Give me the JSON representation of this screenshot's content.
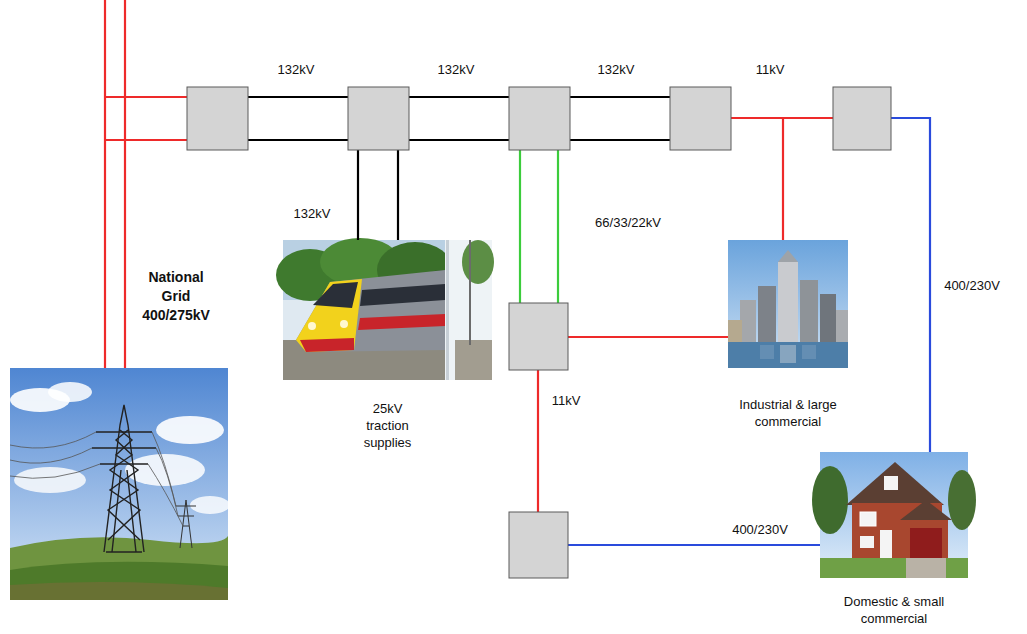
{
  "diagram": {
    "nodes": [
      {
        "text": [
          "25kV traction supplies"
        ]
      },
      {
        "text": [
          "Industrial & large commercial"
        ]
      },
      {
        "text": [
          "Domestic & small commercial"
        ]
      }
    ],
    "labels": [
      "132kV",
      "132kV",
      "132kV",
      "11kV",
      "132kV",
      "66/33/22kV",
      "11kV",
      "400/230V",
      "400/230V",
      "National Grid 400/275kV"
    ]
  }
}
